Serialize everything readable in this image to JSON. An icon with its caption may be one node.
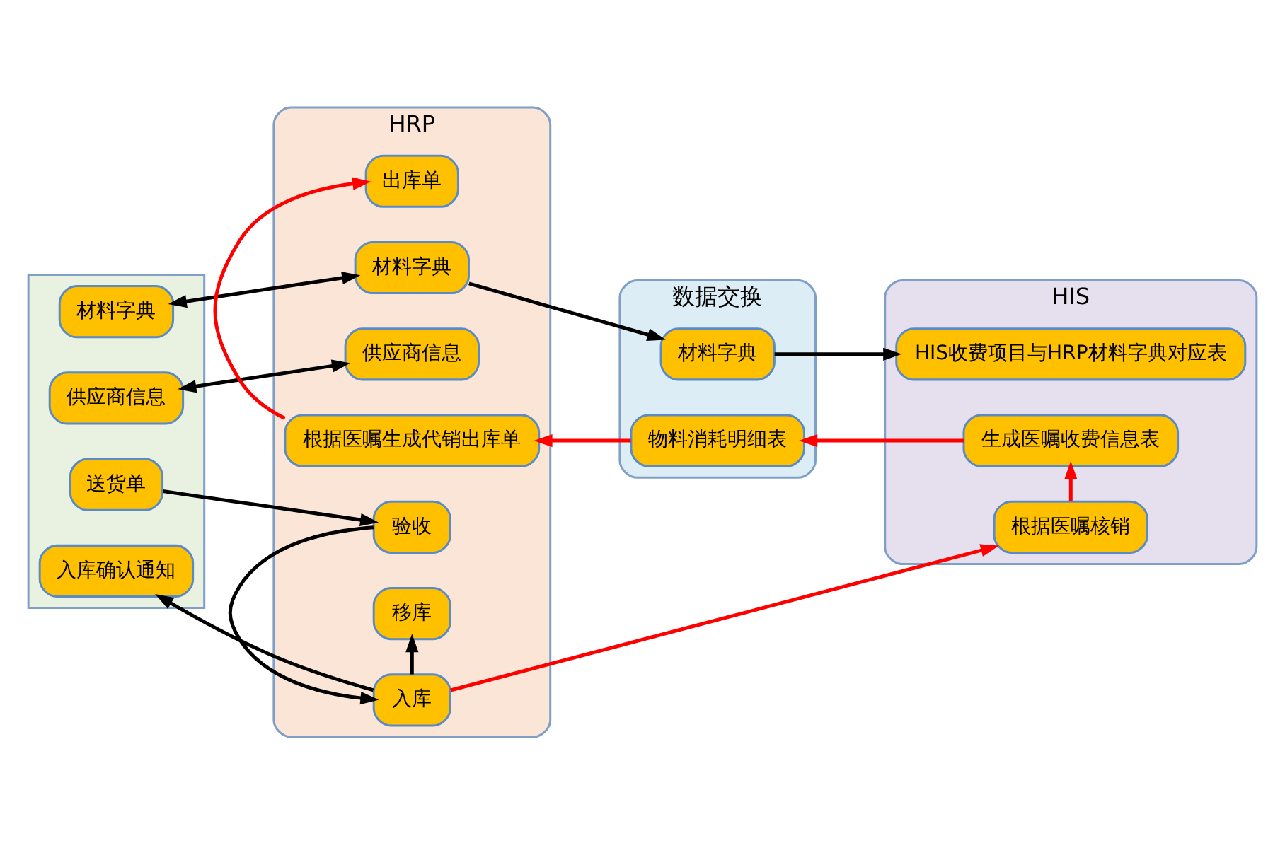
{
  "diagram": {
    "nodes": [
      {
        "text": [],
        "shape": "box"
      },
      {
        "text": [
          "材料字典"
        ],
        "in": 0
      },
      {
        "text": [
          "供应商信息"
        ],
        "in": 0
      },
      {
        "text": [
          "送货单"
        ],
        "in": 0
      },
      {
        "text": [
          "入库确认通知"
        ],
        "in": 0
      },
      {
        "text": [
          "HRP"
        ]
      },
      {
        "text": [
          "材料字典"
        ],
        "in": 5
      },
      {
        "text": [
          "供应商信息"
        ],
        "in": 5
      },
      {
        "text": [
          "验收"
        ],
        "in": 5
      },
      {
        "text": [
          "入库"
        ],
        "in": 5
      },
      {
        "text": [
          "移库"
        ],
        "in": 5
      },
      {
        "text": [
          "根据医嘱生成代销出库单"
        ],
        "in": 5
      },
      {
        "text": [
          "出库单"
        ],
        "in": 5
      },
      {
        "text": [
          "数据交换"
        ]
      },
      {
        "text": [
          "材料字典"
        ],
        "in": 13
      },
      {
        "text": [
          "物料消耗明细表"
        ],
        "in": 13
      },
      {
        "text": [
          "HIS"
        ]
      },
      {
        "text": [
          "HIS收费项目与HRP材料字典对应表"
        ],
        "in": 16
      },
      {
        "text": [
          "根据医嘱核销"
        ],
        "in": 16
      },
      {
        "text": [
          "生成医嘱收费信息表"
        ],
        "in": 16
      }
    ],
    "edges": [
      {
        "from": 1,
        "to": 6,
        "arrow": "both"
      },
      {
        "from": 6,
        "to": 14,
        "arrow": "to"
      },
      {
        "from": 14,
        "to": 17,
        "arrow": "to"
      },
      {
        "from": 2,
        "to": 7,
        "arrow": "both"
      },
      {
        "from": 3,
        "to": 8,
        "arrow": "to"
      },
      {
        "from": 8,
        "to": 9,
        "arrow": "to"
      },
      {
        "from": 9,
        "to": 4,
        "arrow": "to"
      },
      {
        "from": 9,
        "to": 10,
        "arrow": "to"
      },
      {
        "from": 9,
        "to": 18,
        "arrow": "to",
        "color": "#ff0000"
      },
      {
        "from": 18,
        "to": 19,
        "arrow": "to",
        "color": "#ff0000"
      },
      {
        "from": 19,
        "to": 15,
        "arrow": "to",
        "color": "#ff0000"
      },
      {
        "from": 15,
        "to": 11,
        "arrow": "to",
        "color": "#ff0000"
      },
      {
        "from": 11,
        "to": 12,
        "arrow": "to",
        "color": "#ff0000"
      }
    ]
  }
}
